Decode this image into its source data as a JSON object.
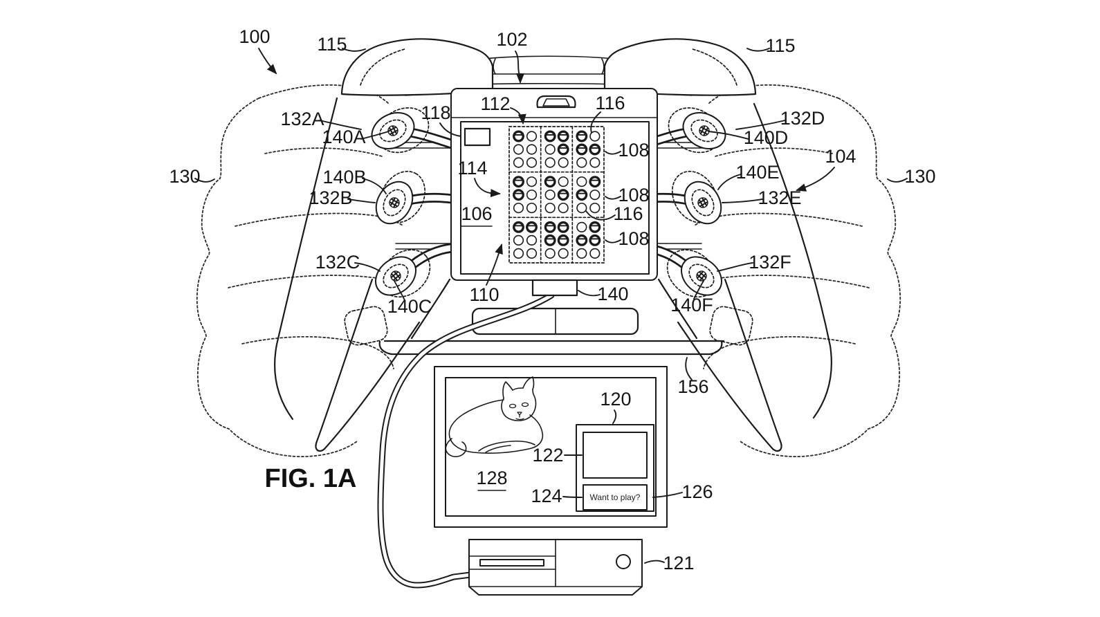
{
  "figure": {
    "caption": "FIG. 1A"
  },
  "tv_screen": {
    "prompt_text": "Want to play?"
  },
  "ref_labels": {
    "n100": "100",
    "n102": "102",
    "n104": "104",
    "n106": "106",
    "n108": "108",
    "n110": "110",
    "n112": "112",
    "n114": "114",
    "n115": "115",
    "n116": "116",
    "n118": "118",
    "n120": "120",
    "n121": "121",
    "n122": "122",
    "n124": "124",
    "n126": "126",
    "n128": "128",
    "n130": "130",
    "n132A": "132A",
    "n132B": "132B",
    "n132C": "132C",
    "n132D": "132D",
    "n132E": "132E",
    "n132F": "132F",
    "n140": "140",
    "n140A": "140A",
    "n140B": "140B",
    "n140C": "140C",
    "n140D": "140D",
    "n140E": "140E",
    "n140F": "140F",
    "n156": "156"
  },
  "braille_display": {
    "rows": 3,
    "cols": 3,
    "dots_per_cell": "2x3",
    "cells": [
      {
        "row": 1,
        "col": 1,
        "dots": [
          1,
          0,
          0,
          0,
          0,
          0
        ]
      },
      {
        "row": 1,
        "col": 2,
        "dots": [
          1,
          1,
          0,
          1,
          0,
          0
        ]
      },
      {
        "row": 1,
        "col": 3,
        "dots": [
          1,
          0,
          1,
          1,
          0,
          0
        ]
      },
      {
        "row": 2,
        "col": 1,
        "dots": [
          1,
          0,
          1,
          0,
          0,
          0
        ]
      },
      {
        "row": 2,
        "col": 2,
        "dots": [
          1,
          0,
          0,
          1,
          0,
          0
        ]
      },
      {
        "row": 2,
        "col": 3,
        "dots": [
          0,
          1,
          1,
          0,
          0,
          0
        ]
      },
      {
        "row": 3,
        "col": 1,
        "dots": [
          1,
          1,
          0,
          0,
          0,
          0
        ]
      },
      {
        "row": 3,
        "col": 2,
        "dots": [
          1,
          1,
          1,
          1,
          0,
          0
        ]
      },
      {
        "row": 3,
        "col": 3,
        "dots": [
          0,
          1,
          1,
          1,
          0,
          0
        ]
      }
    ]
  },
  "colors": {
    "ink": "#1a1a1a",
    "background": "#ffffff"
  }
}
